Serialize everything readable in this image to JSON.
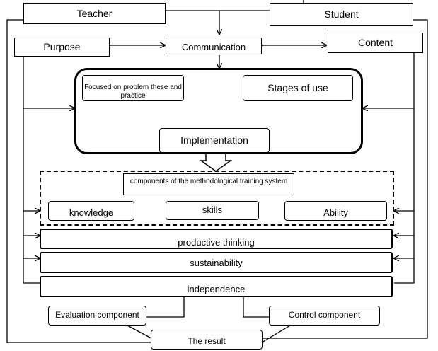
{
  "nodes": {
    "teacher": "Teacher",
    "student": "Student",
    "purpose": "Purpose",
    "communication": "Communication",
    "content": "Content",
    "focused": "Focused on problem these and practice",
    "stages": "Stages of use",
    "implementation": "Implementation",
    "components_title": "components of the methodological training system",
    "knowledge": "knowledge",
    "skills": "skills",
    "ability": "Ability",
    "productive_thinking": "productive thinking",
    "sustainability": "sustainability",
    "independence": "independence",
    "evaluation": "Evaluation component",
    "control": "Control component",
    "result": "The result"
  }
}
